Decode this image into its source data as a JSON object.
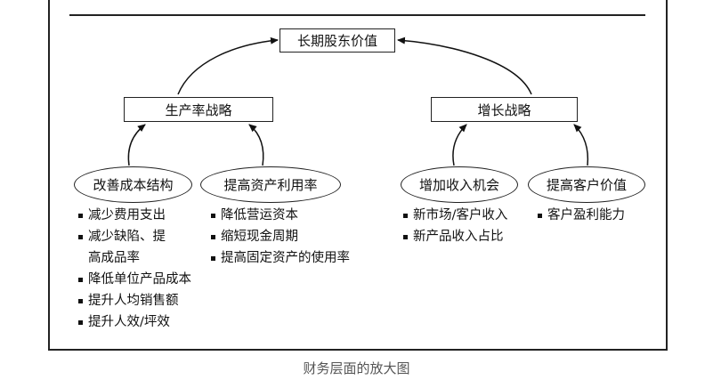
{
  "diagram": {
    "root": "长期股东价值",
    "strategies": {
      "productivity": "生产率战略",
      "growth": "增长战略"
    },
    "levers": {
      "cost_structure": "改善成本结构",
      "asset_utilization": "提高资产利用率",
      "revenue_opportunities": "增加收入机会",
      "customer_value": "提高客户价值"
    },
    "lists": {
      "cost_structure": [
        "减少费用支出",
        "减少缺陷、提",
        "高成品率",
        "降低单位产品成本",
        "提升人均销售额",
        "提升人效/坪效"
      ],
      "asset_utilization": [
        "降低营运资本",
        "缩短现金周期",
        "提高固定资产的使用率"
      ],
      "revenue_opportunities": [
        "新市场/客户收入",
        "新产品收入占比"
      ],
      "customer_value": [
        "客户盈利能力"
      ]
    }
  },
  "caption": "财务层面的放大图"
}
